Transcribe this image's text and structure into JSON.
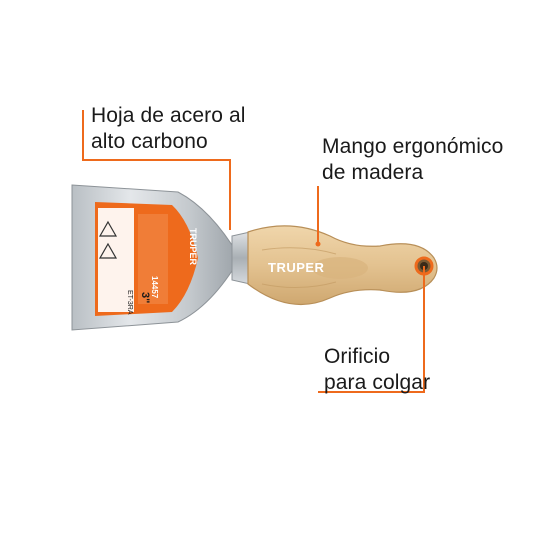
{
  "callouts": {
    "blade": {
      "line1": "Hoja de acero al",
      "line2": "alto carbono"
    },
    "handle": {
      "line1": "Mango ergonómico",
      "line2": "de madera"
    },
    "hole": {
      "line1": "Orificio",
      "line2": "para colgar"
    }
  },
  "product": {
    "brand_on_handle": "TRUPER",
    "label_brand": "TRUPER",
    "label_code": "14457",
    "label_size": "3\"",
    "label_model": "ET-3RA"
  },
  "colors": {
    "accent_orange": "#ee6a1c",
    "blade_steel": "#cfd4d8",
    "wood": "#e7c89a",
    "text": "#1a1a1a"
  }
}
